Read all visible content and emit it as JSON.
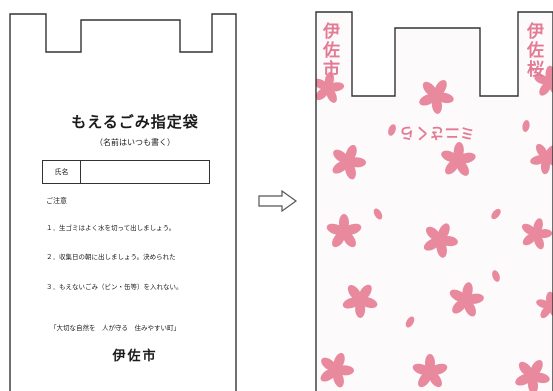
{
  "plain_bag": {
    "title": "もえるごみ指定袋",
    "subtitle": "（名前はいつも書く）",
    "name_label": "氏名",
    "notes_heading": "ご注意",
    "notes": [
      "１．生ゴミはよく水を切って出しましょう。",
      "２．収集日の朝に出しましょう。決められた",
      "３．もえないごみ（ビン・缶等）を入れない。"
    ],
    "slogan": "「大切な自然を　人が守る　住みやすい町」",
    "city": "伊佐市"
  },
  "pattern_bag": {
    "left_handle_text": "伊佐市",
    "right_handle_text": "伊佐桜",
    "center_flipped_text": "ミニさくら",
    "petal_color": "#e8899e",
    "text_color": "#e27b93",
    "background_color": "#fdfafc"
  },
  "arrow_icon": "right-outline-arrow"
}
